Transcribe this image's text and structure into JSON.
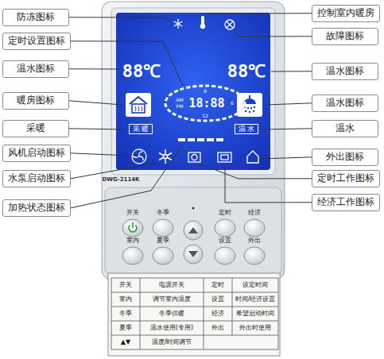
{
  "diagram": {
    "nodes": [
      {
        "text": [
          "防冻图标"
        ]
      },
      {
        "text": [
          "定时设置图标"
        ]
      },
      {
        "text": [
          "温水图标"
        ]
      },
      {
        "text": [
          "暖房图标"
        ]
      },
      {
        "text": [
          "采暖"
        ]
      },
      {
        "text": [
          "风机启动图标"
        ]
      },
      {
        "text": [
          "水泵启动图标"
        ]
      },
      {
        "text": [
          "加热状态图标"
        ]
      },
      {
        "text": [
          "采 暖"
        ]
      },
      {
        "text": [
          "温 水"
        ]
      },
      {
        "text": [
          "控制室内暖房"
        ]
      },
      {
        "text": [
          "故障图标"
        ]
      },
      {
        "text": [
          "温水图标"
        ]
      },
      {
        "text": [
          "温水图标"
        ]
      },
      {
        "text": [
          "温水"
        ]
      },
      {
        "text": [
          "外出图标"
        ]
      },
      {
        "text": [
          "定时工作图标"
        ]
      },
      {
        "text": [
          "经济工作图标"
        ]
      }
    ],
    "labels": [
      "88℃",
      "88℃",
      "9",
      "AM",
      "PM",
      "18:88",
      "6",
      "12",
      "DWG-2114K",
      "开关",
      "冬季",
      "定时",
      "经济",
      "室内",
      "夏季",
      "设置",
      "外出",
      "开关",
      "电源开关",
      "定时",
      "设定时间",
      "室内",
      "调节室内温度",
      "设置",
      "时间/经济设置",
      "冬季",
      "冬季供暖",
      "经济",
      "希望启动时间",
      "夏季",
      "温水使用(专用)",
      "外出",
      "外出时使用",
      "▲▼",
      "温度/时间调节"
    ]
  }
}
